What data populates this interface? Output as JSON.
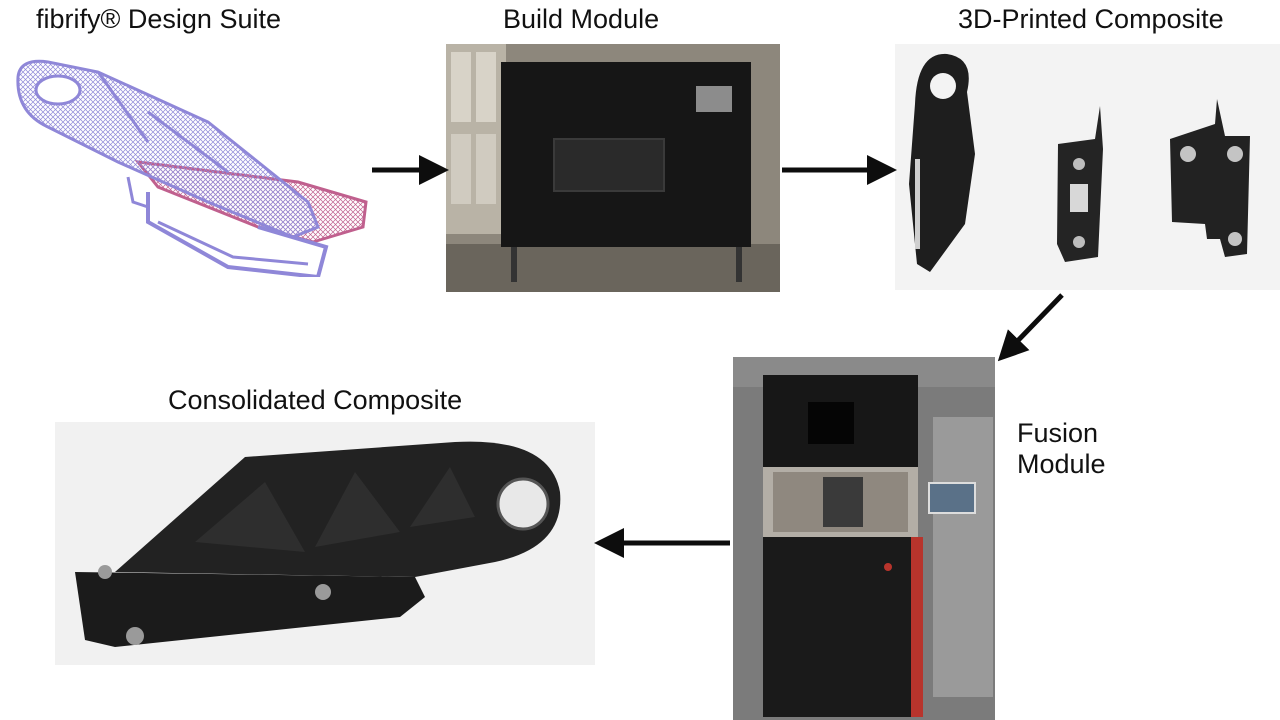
{
  "stages": {
    "design": {
      "label": "fibrify® Design Suite"
    },
    "build": {
      "label": "Build Module"
    },
    "printed": {
      "label": "3D-Printed Composite"
    },
    "fusion": {
      "label_line1": "Fusion",
      "label_line2": "Module"
    },
    "consolidated": {
      "label": "Consolidated Composite"
    }
  },
  "colors": {
    "arrow": "#0d0d0d",
    "mesh_blue": "#8f87d8",
    "mesh_pink": "#c0608e",
    "machine_dark": "#161616",
    "part_dark": "#1e1e1e",
    "accent_red": "#b8342c"
  }
}
